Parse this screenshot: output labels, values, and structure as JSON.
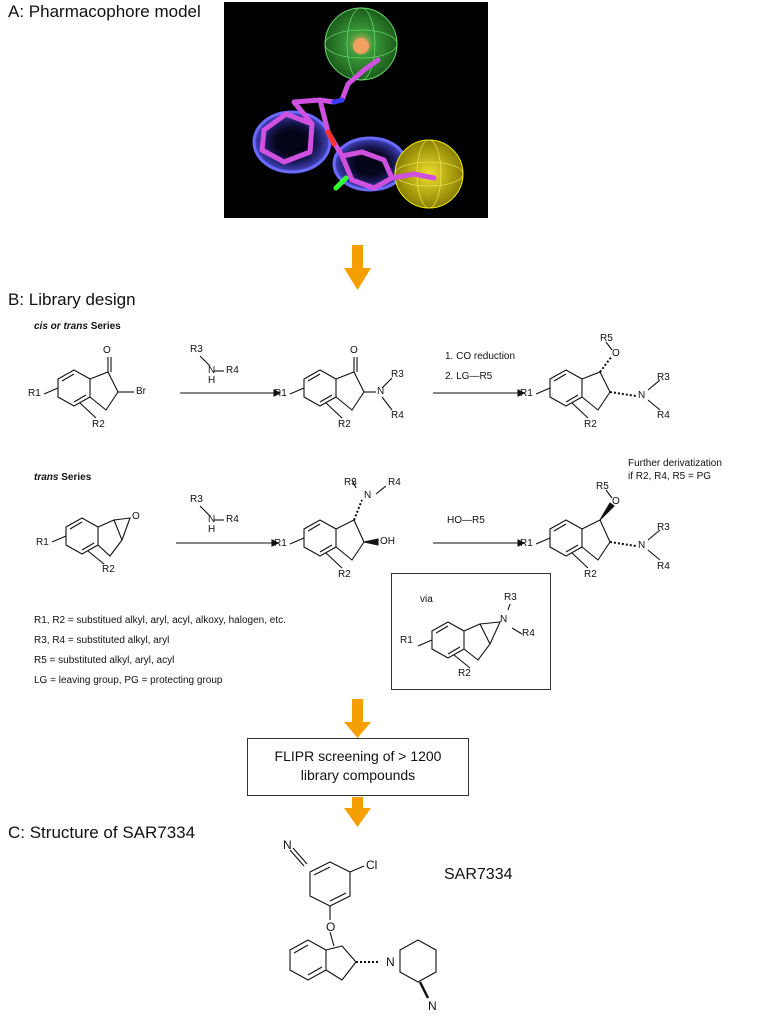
{
  "sections": {
    "a_title": "A: Pharmacophore model",
    "b_title": "B: Library design",
    "c_title": "C: Structure of SAR7334"
  },
  "library": {
    "cis_series": {
      "italic": "cis or trans",
      "bold": "Series"
    },
    "trans_series": {
      "italic": "trans",
      "bold": "Series"
    },
    "step1_reagent": {
      "r3": "R3",
      "h": "H",
      "n": "N",
      "r4": "R4"
    },
    "steps_cis": [
      "1. CO reduction",
      "2. LG—R5"
    ],
    "step_trans": "HO—R5",
    "further_note": [
      "Further derivatization",
      "if R2, R4, R5 = PG"
    ],
    "atoms": {
      "r1": "R1",
      "r2": "R2",
      "r3": "R3",
      "r4": "R4",
      "r5": "R5",
      "br": "Br",
      "o": "O",
      "n": "N",
      "oh": "OH",
      "h": "H"
    },
    "via": "via",
    "legend": [
      "R1, R2 = substitued alkyl, aryl, acyl, alkoxy, halogen, etc.",
      "R3, R4 = substituted alkyl, aryl",
      "R5 = substituted alkyl, aryl, acyl",
      "LG = leaving group, PG = protecting group"
    ]
  },
  "flipr": [
    "FLIPR screening of > 1200",
    "library compounds"
  ],
  "compound": {
    "name": "SAR7334",
    "n": "N",
    "cl": "Cl",
    "o": "O",
    "nh2": "N"
  },
  "colors": {
    "arrow": "#f5a000",
    "stick": "#d050e0",
    "ring_blue": "#5a5aff",
    "sphere_green": "#44c844",
    "sphere_yellow": "#e8e000"
  }
}
